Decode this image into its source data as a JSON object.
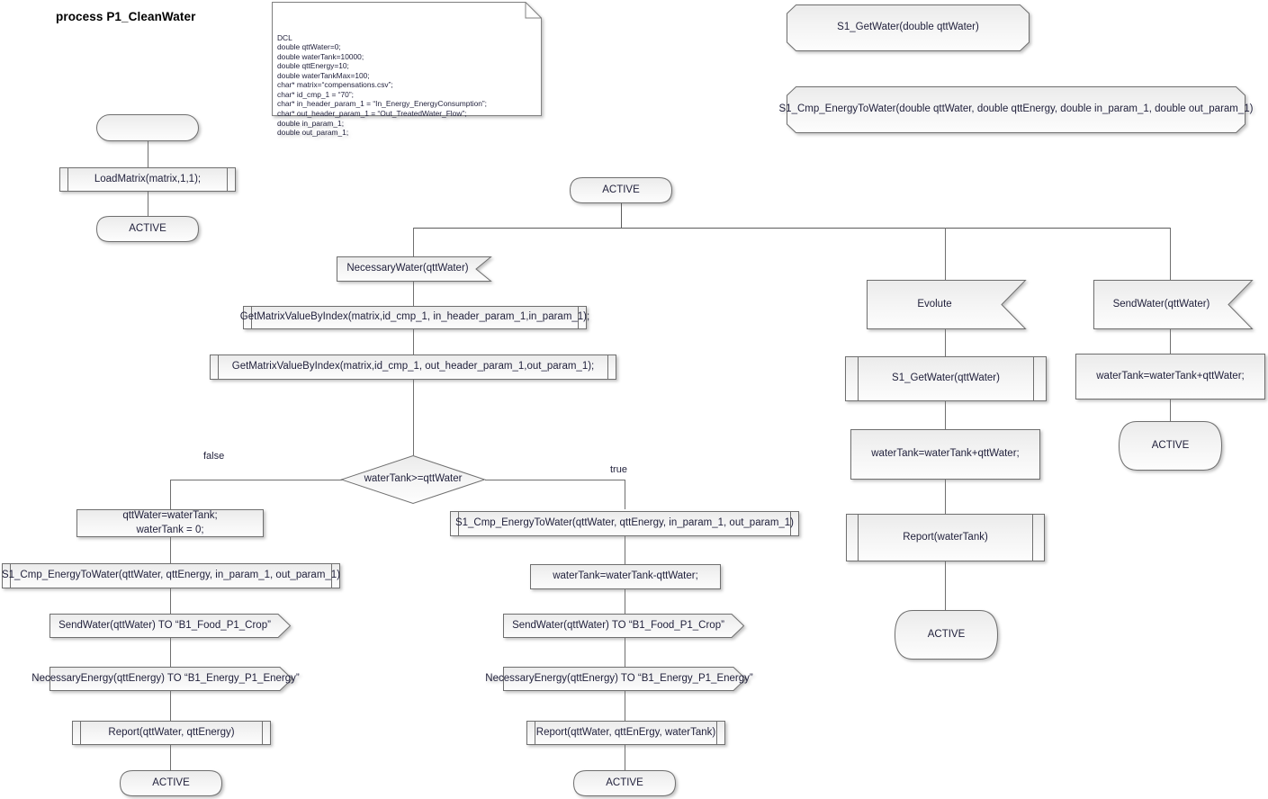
{
  "diagram": {
    "title": "process P1_CleanWater",
    "type": "SDL process diagram",
    "colors": {
      "text": "#1f1f3a",
      "stroke": "#6f6f6f",
      "fill_top": "#ebebeb",
      "fill_bottom": "#fdfdfd",
      "bus_stroke": "#5c5c5c"
    }
  },
  "declaration_note": {
    "name": "DCL",
    "text": "DCL\ndouble qttWater=0;\ndouble waterTank=10000;\ndouble qttEnergy=10;\ndouble waterTankMax=100;\nchar* matrix=“compensations.csv”;\nchar* id_cmp_1 = “70”;\nchar* in_header_param_1 = “In_Energy_EnergyConsumption”;\nchar* out_header_param_1 = “Out_TreatedWater_Flow”;\ndouble in_param_1;\ndouble out_param_1;"
  },
  "signal_definitions": [
    {
      "label": "S1_GetWater(double qttWater)"
    },
    {
      "label": "S1_Cmp_EnergyToWater(double qttWater, double qttEnergy, double in_param_1, double out_param_1)"
    }
  ],
  "init_branch": {
    "start": {
      "label": ""
    },
    "procedure": {
      "label": "LoadMatrix(matrix,1,1);"
    },
    "state": {
      "label": "ACTIVE"
    }
  },
  "main_state": {
    "label": "ACTIVE"
  },
  "branches": {
    "necessary_water": {
      "input": {
        "label": "NecessaryWater(qttWater)"
      },
      "task_1": {
        "label": "GetMatrixValueByIndex(matrix,id_cmp_1, in_header_param_1,in_param_1);"
      },
      "task_2": {
        "label": "GetMatrixValueByIndex(matrix,id_cmp_1, out_header_param_1,out_param_1);"
      },
      "decision": {
        "label": "waterTank>=qttWater"
      },
      "decision_false_label": "false",
      "decision_true_label": "true",
      "false_path": {
        "task": {
          "label": "qttWater=waterTank;\nwaterTank = 0;"
        },
        "procedure": {
          "label": "S1_Cmp_EnergyToWater(qttWater, qttEnergy, in_param_1, out_param_1)"
        },
        "output_1": {
          "label": "SendWater(qttWater) TO “B1_Food_P1_Crop”"
        },
        "output_2": {
          "label": "NecessaryEnergy(qttEnergy) TO “B1_Energy_P1_Energy”"
        },
        "report": {
          "label": "Report(qttWater, qttEnergy)"
        },
        "state": {
          "label": "ACTIVE"
        }
      },
      "true_path": {
        "procedure": {
          "label": "S1_Cmp_EnergyToWater(qttWater, qttEnergy, in_param_1, out_param_1)"
        },
        "task": {
          "label": "waterTank=waterTank-qttWater;"
        },
        "output_1": {
          "label": "SendWater(qttWater) TO “B1_Food_P1_Crop”"
        },
        "output_2": {
          "label": "NecessaryEnergy(qttEnergy) TO “B1_Energy_P1_Energy”"
        },
        "report": {
          "label": "Report(qttWater, qttEnErgy, waterTank)"
        },
        "state": {
          "label": "ACTIVE"
        }
      }
    },
    "evolute": {
      "input": {
        "label": "Evolute"
      },
      "procedure": {
        "label": "S1_GetWater(qttWater)"
      },
      "task": {
        "label": "waterTank=waterTank+qttWater;"
      },
      "report": {
        "label": "Report(waterTank)"
      },
      "state": {
        "label": "ACTIVE"
      }
    },
    "send_water": {
      "input": {
        "label": "SendWater(qttWater)"
      },
      "task": {
        "label": "waterTank=waterTank+qttWater;"
      },
      "state": {
        "label": "ACTIVE"
      }
    }
  }
}
